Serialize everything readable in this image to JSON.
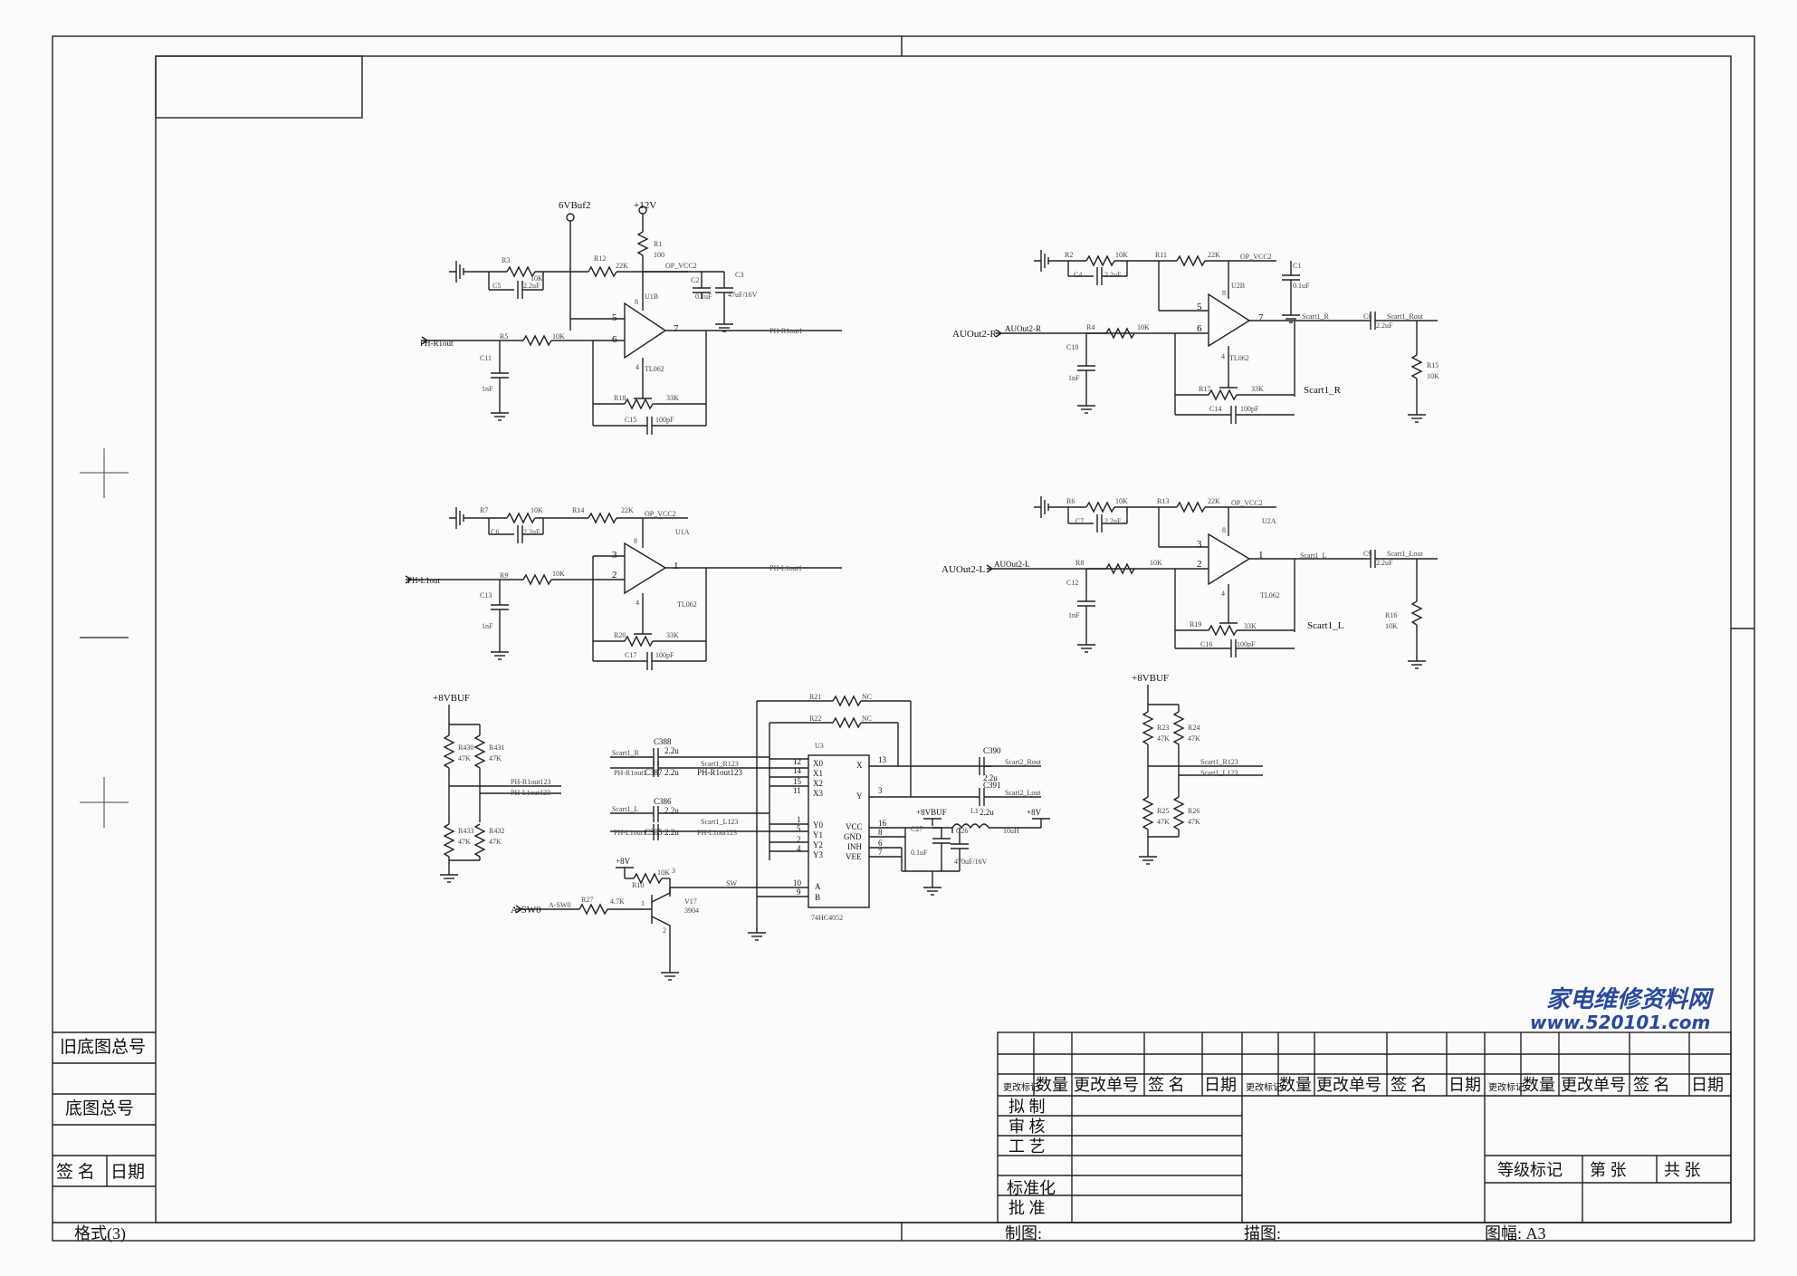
{
  "sheet": {
    "left_labels": {
      "old_drawing": "旧底图总号",
      "base_drawing": "底图总号",
      "sign": "签  名",
      "date": "日期",
      "format": "格式(3)"
    },
    "bottom": {
      "drawn": "制图:",
      "traced": "描图:",
      "size": "图幅:  A3"
    }
  },
  "title_block": {
    "rev_cols": [
      "更改标记",
      "数量",
      "更改单号",
      "签  名",
      "日期"
    ],
    "roles": [
      "拟  制",
      "审  核",
      "工  艺",
      "标准化",
      "批  准"
    ],
    "grade": "等级标记",
    "sheet_no": "第    张",
    "sheet_total": "共    张"
  },
  "watermark": {
    "line1": "家电维修资料网",
    "line2": "www.520101.com"
  },
  "power": {
    "vbuf": "6VBuf2",
    "v12": "+12V",
    "v8buf": "+8VBUF",
    "v8": "+8V",
    "opvcc": "OP_VCC2"
  },
  "ch_r": {
    "in": "PH-R1out",
    "out": "PH-R1out1",
    "chip": "U1B",
    "ic": "TL062",
    "r3": "R3",
    "r3v": "10K",
    "c5": "C5",
    "c5v": "2.2uF",
    "r12": "R12",
    "r12v": "22K",
    "r1": "R1",
    "r1v": "100",
    "c2": "C2",
    "c2v": "0.1uF",
    "c3": "C3",
    "c3v": "47uF/16V",
    "r5": "R5",
    "r5v": "10K",
    "c11": "C11",
    "c11v": "1nF",
    "r18": "R18",
    "r18v": "33K",
    "c15": "C15",
    "c15v": "100pF",
    "p5": "5",
    "p6": "6",
    "p7": "7",
    "p8": "8",
    "p4": "4"
  },
  "ch_l": {
    "in": "PH-L1out",
    "out": "PH-L1out1",
    "chip": "U1A",
    "ic": "TL062",
    "r7": "R7",
    "r7v": "10K",
    "c6": "C6",
    "c6v": "2.2uF",
    "r14": "R14",
    "r14v": "22K",
    "r9": "R9",
    "r9v": "10K",
    "c13": "C13",
    "c13v": "1nF",
    "r20": "R20",
    "r20v": "33K",
    "c17": "C17",
    "c17v": "100pF",
    "p3": "3",
    "p2": "2",
    "p1": "1",
    "p8": "8",
    "p4": "4"
  },
  "sc_r": {
    "in": "AUOut2-R",
    "inner": "AUOut2-R",
    "chip": "U2B",
    "ic": "TL062",
    "r2": "R2",
    "r2v": "10K",
    "c4": "C4",
    "c4v": "2.2uF",
    "r11": "R11",
    "r11v": "22K",
    "c1": "C1",
    "c1v": "0.1uF",
    "r4": "R4",
    "r4v": "10K",
    "c10": "C10",
    "c10v": "1nF",
    "r17": "R17",
    "r17v": "33K",
    "c14": "C14",
    "c14v": "100pF",
    "net": "Scart1_R",
    "c8": "C8",
    "c8v": "2.2uF",
    "rout": "Scart1_Rout",
    "r15": "R15",
    "r15v": "10K",
    "p5": "5",
    "p6": "6",
    "p7": "7",
    "p8": "8",
    "p4": "4"
  },
  "sc_l": {
    "in": "AUOut2-L",
    "inner": "AUOut2-L",
    "chip": "U2A",
    "ic": "TL062",
    "r6": "R6",
    "r6v": "10K",
    "c7": "C7",
    "c7v": "2.2uF",
    "r13": "R13",
    "r13v": "22K",
    "r8": "R8",
    "r8v": "10K",
    "c12": "C12",
    "c12v": "1nF",
    "r19": "R19",
    "r19v": "33K",
    "c16": "C16",
    "c16v": "100pF",
    "net": "Scart1_L",
    "c9": "C9",
    "c9v": "2.2uF",
    "lout": "Scart1_Lout",
    "r16": "R16",
    "r16v": "10K",
    "p3": "3",
    "p2": "2",
    "p1": "1",
    "p8": "8",
    "p4": "4"
  },
  "bias_left": {
    "r430": "R430",
    "r431": "R431",
    "r433": "R433",
    "r432": "R432",
    "v": "47K",
    "n1": "PH-R1out123",
    "n2": "PH-L1out123"
  },
  "bias_right": {
    "r23": "R23",
    "r24": "R24",
    "r25": "R25",
    "r26": "R26",
    "v": "47K",
    "n1": "Scart1_R123",
    "n2": "Scart1_L123"
  },
  "mux": {
    "u": "U3",
    "part": "74HC4052",
    "r21": "R21",
    "r22": "R22",
    "rv": "NC",
    "c388": "C388",
    "c387": "C387",
    "c386": "C386",
    "c385": "C385",
    "cv": "2.2u",
    "n_sr": "Scart1_R",
    "n_phr": "PH-R1out1",
    "n_sr123": "Scart1_R123",
    "n_phr123": "PH-R1out123",
    "n_sl": "Scart1_L",
    "n_phl": "PH-L1out1",
    "n_sl123": "Scart1_L123",
    "n_phl123": "PH-L1out123",
    "pins": {
      "x0": "X0",
      "x1": "X1",
      "x2": "X2",
      "x3": "X3",
      "y0": "Y0",
      "y1": "Y1",
      "y2": "Y2",
      "y3": "Y3",
      "a": "A",
      "b": "B",
      "x": "X",
      "y": "Y",
      "vcc": "VCC",
      "gnd": "GND",
      "inh": "INH",
      "vee": "VEE"
    },
    "pn": {
      "p12": "12",
      "p14": "14",
      "p15": "15",
      "p11": "11",
      "p1": "1",
      "p5": "5",
      "p2": "2",
      "p4": "4",
      "p10": "10",
      "p9": "9",
      "p13": "13",
      "p3": "3",
      "p16": "16",
      "p8": "8",
      "p6": "6",
      "p7": "7"
    },
    "c390": "C390",
    "c391": "C391",
    "s2r": "Scart2_Rout",
    "s2l": "Scart2_Lout",
    "l1": "L1",
    "l1v": "2.2u",
    "l1n": "10uH",
    "c27": "C27",
    "c27v": "0.1uF",
    "c26": "C26",
    "c26v": "470uF/16V",
    "asw": "A-SW0",
    "asw_in": "A-SW0",
    "r27": "R27",
    "r27v": "4.7K",
    "r10": "R10",
    "r10v": "10K",
    "v17": "V17",
    "v17p": "3904",
    "sw": "SW",
    "q1": "1",
    "q2": "2",
    "q3": "3"
  }
}
